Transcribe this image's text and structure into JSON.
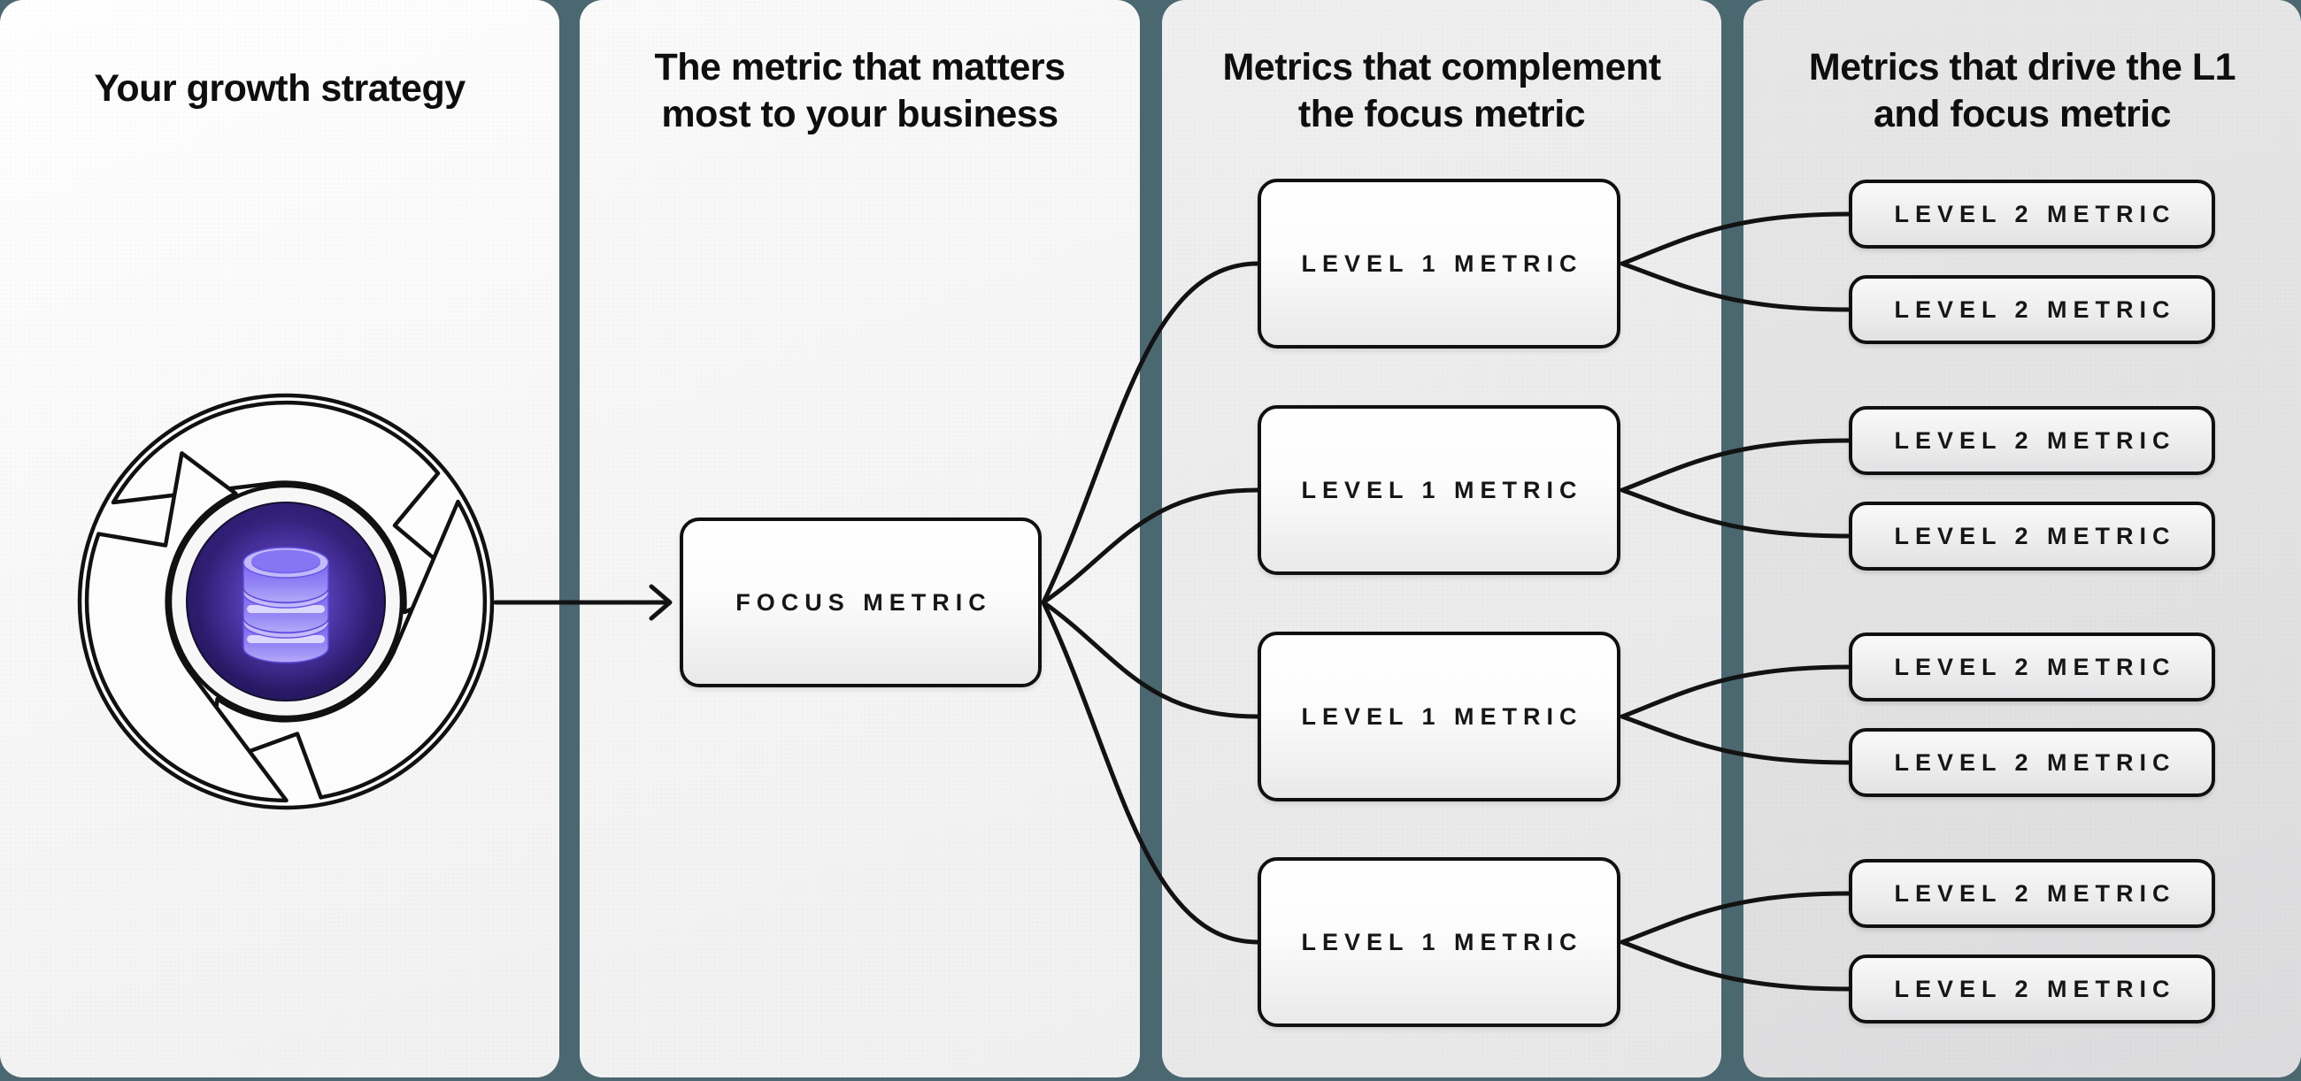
{
  "panel1": {
    "title": "Your growth strategy"
  },
  "panel2": {
    "title_line1": "The metric that matters",
    "title_line2": "most to your business",
    "focus_box": {
      "label": "FOCUS METRIC"
    }
  },
  "panel3": {
    "title_line1": "Metrics that complement",
    "title_line2": "the focus metric",
    "boxes": [
      {
        "label": "LEVEL 1 METRIC"
      },
      {
        "label": "LEVEL 1 METRIC"
      },
      {
        "label": "LEVEL 1 METRIC"
      },
      {
        "label": "LEVEL 1 METRIC"
      }
    ]
  },
  "panel4": {
    "title_line1": "Metrics that drive the L1",
    "title_line2": "and focus metric",
    "boxes": [
      {
        "label": "LEVEL 2 METRIC"
      },
      {
        "label": "LEVEL 2 METRIC"
      },
      {
        "label": "LEVEL 2 METRIC"
      },
      {
        "label": "LEVEL 2 METRIC"
      },
      {
        "label": "LEVEL 2 METRIC"
      },
      {
        "label": "LEVEL 2 METRIC"
      },
      {
        "label": "LEVEL 2 METRIC"
      },
      {
        "label": "LEVEL 2 METRIC"
      }
    ]
  },
  "icons": {
    "flywheel": "flywheel-icon",
    "database": "database-icon",
    "arrow": "arrow-right-icon"
  },
  "colors": {
    "background_teal": "#4B6770",
    "line_black": "#121212",
    "core_purple_dark": "#241457",
    "coin_purple": "#7B64F0"
  }
}
